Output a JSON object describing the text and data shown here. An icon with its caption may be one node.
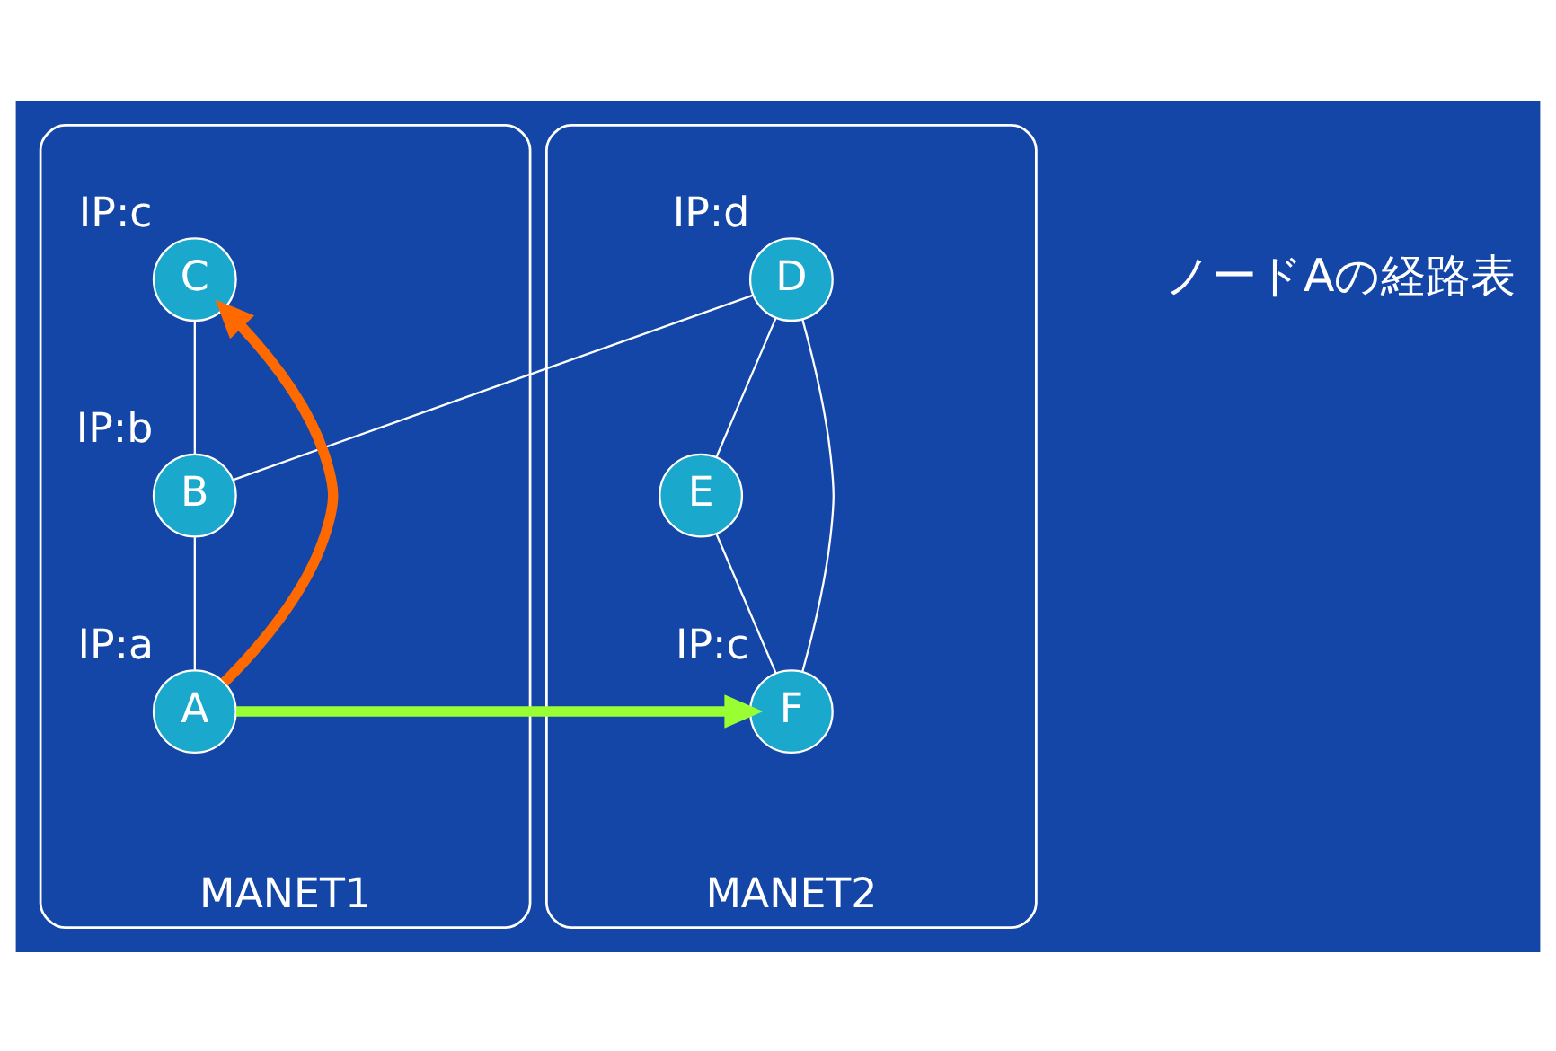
{
  "diagram": {
    "nodes": [
      {
        "text": [
          "MANET1"
        ]
      },
      {
        "text": [
          "C"
        ],
        "in": 0,
        "beside": [
          "IP:c"
        ]
      },
      {
        "text": [
          "B"
        ],
        "in": 0,
        "beside": [
          "IP:b"
        ]
      },
      {
        "text": [
          "A"
        ],
        "in": 0,
        "beside": [
          "IP:a"
        ]
      },
      {
        "text": [
          "MANET2"
        ]
      },
      {
        "text": [
          "E"
        ],
        "in": 4
      },
      {
        "text": [
          "D"
        ],
        "in": 4,
        "beside": [
          "IP:d"
        ]
      },
      {
        "text": [
          "F"
        ],
        "in": 4,
        "beside": [
          "IP:c"
        ]
      }
    ],
    "edges": [
      {
        "from": 1,
        "to": 2,
        "arrow": "none"
      },
      {
        "from": 2,
        "to": 3,
        "arrow": "none"
      },
      {
        "from": 2,
        "to": 6,
        "arrow": "none"
      },
      {
        "from": 6,
        "to": 5,
        "arrow": "none"
      },
      {
        "from": 5,
        "to": 7,
        "arrow": "none"
      },
      {
        "from": 6,
        "to": 7,
        "arrow": "none"
      },
      {
        "from": 3,
        "to": 1,
        "arrow": "to",
        "style": "thick",
        "color": "#ff6a00"
      },
      {
        "from": 3,
        "to": 7,
        "arrow": "to",
        "style": "thick",
        "color": "#99ff33"
      }
    ],
    "labels": [
      "ノードAの経路表"
    ]
  }
}
